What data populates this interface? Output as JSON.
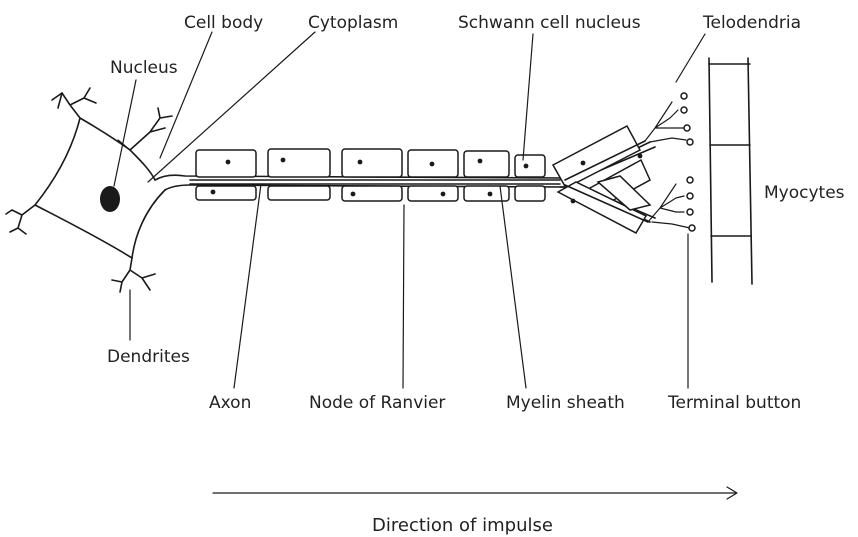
{
  "labels": {
    "cell_body": "Cell body",
    "cytoplasm": "Cytoplasm",
    "schwann_cell_nucleus": "Schwann cell nucleus",
    "telodendria": "Telodendria",
    "nucleus": "Nucleus",
    "myocytes": "Myocytes",
    "dendrites": "Dendrites",
    "axon": "Axon",
    "node_of_ranvier": "Node of Ranvier",
    "myelin_sheath": "Myelin sheath",
    "terminal_button": "Terminal button"
  },
  "caption": "Direction of impulse",
  "colors": {
    "ink": "#1a1a1a",
    "text": "#222222",
    "background": "#ffffff"
  }
}
